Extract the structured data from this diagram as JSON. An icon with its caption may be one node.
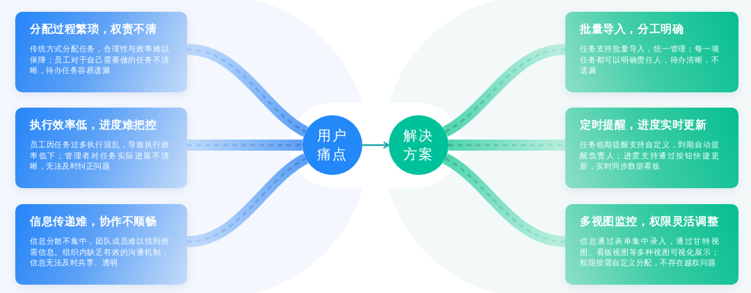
{
  "diagram": {
    "nodes": [
      {
        "text": [
          "分配过程繁琐，权责不清",
          "传统方式分配任务，合理性与效率难以保障；员工对于自己需要做的任务不清晰，待办任务容易遗漏"
        ]
      },
      {
        "text": [
          "执行效率低，进度难把控",
          "员工因任务过多执行混乱，导致执行效率低下；管理者对任务实际进展不清晰，无法及时纠正问题"
        ]
      },
      {
        "text": [
          "信息传递难，协作不顺畅",
          "信息分散不集中，团队成员难以找到所需信息。组织内缺乏有效的沟通机制，信息无法及时共享、透明"
        ]
      },
      {
        "text": [
          "用户痛点"
        ]
      },
      {
        "text": [
          "解决方案"
        ]
      },
      {
        "text": [
          "批量导入，分工明确",
          "任务支持批量导入，统一管理；每一项任务都可以明确责任人，待办清晰，不遗漏"
        ]
      },
      {
        "text": [
          "定时提醒，进度实时更新",
          "任务临期提醒支持自定义，到期自动提醒负责人；进度支持通过按钮快捷更新，实时同步数据看板"
        ]
      },
      {
        "text": [
          "多视图监控，权限灵活调整",
          "信息通过表单集中录入，通过甘特视图、看板视图等多种视图可视化展示；权限按需自定义分配，不存在越权问题"
        ]
      }
    ],
    "edges": [
      {
        "from": 0,
        "to": 3,
        "arrow": "none",
        "style": "thick",
        "color": "#5b9ff6"
      },
      {
        "from": 1,
        "to": 3,
        "arrow": "none",
        "style": "thick",
        "color": "#5b9ff6"
      },
      {
        "from": 2,
        "to": 3,
        "arrow": "none",
        "style": "thick",
        "color": "#5b9ff6"
      },
      {
        "from": 3,
        "to": 4,
        "arrow": "to",
        "color": "#1ea8ac"
      },
      {
        "from": 4,
        "to": 5,
        "arrow": "none",
        "style": "thick",
        "color": "#4fd5ae"
      },
      {
        "from": 4,
        "to": 6,
        "arrow": "none",
        "style": "thick",
        "color": "#4fd5ae"
      },
      {
        "from": 4,
        "to": 7,
        "arrow": "none",
        "style": "thick",
        "color": "#4fd5ae"
      }
    ]
  }
}
